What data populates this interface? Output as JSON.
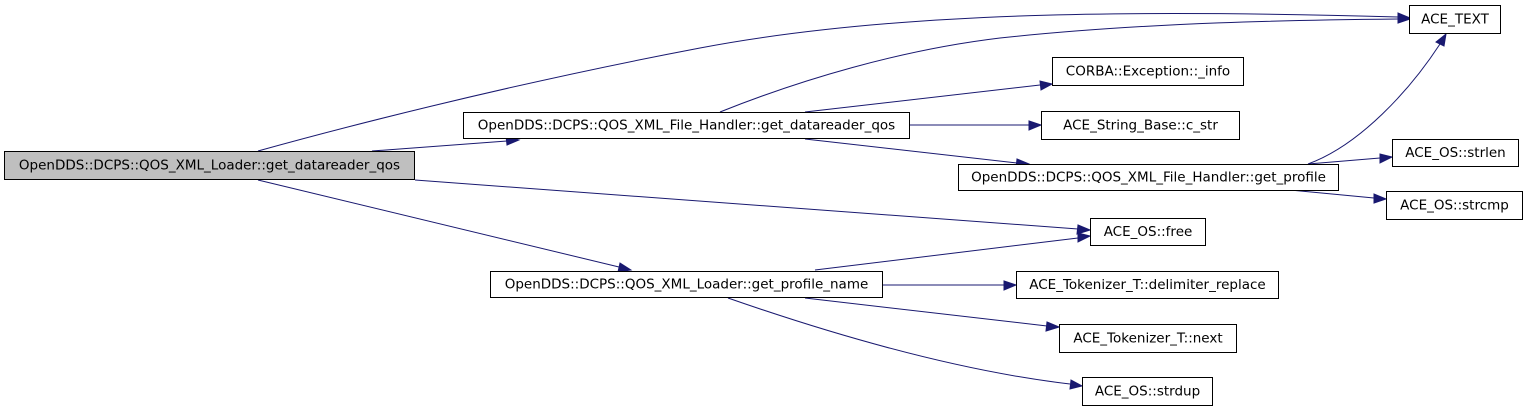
{
  "graph": {
    "nodes": [
      {
        "id": "root",
        "label": "OpenDDS::DCPS::QOS_XML_Loader::get_datareader_qos",
        "root": true
      },
      {
        "id": "fh_get_datareader_qos",
        "label": "OpenDDS::DCPS::QOS_XML_File_Handler::get_datareader_qos"
      },
      {
        "id": "loader_get_profile_name",
        "label": "OpenDDS::DCPS::QOS_XML_Loader::get_profile_name"
      },
      {
        "id": "fh_get_profile",
        "label": "OpenDDS::DCPS::QOS_XML_File_Handler::get_profile"
      },
      {
        "id": "ace_text",
        "label": "ACE_TEXT"
      },
      {
        "id": "corba_info",
        "label": "CORBA::Exception::_info"
      },
      {
        "id": "c_str",
        "label": "ACE_String_Base::c_str"
      },
      {
        "id": "strlen",
        "label": "ACE_OS::strlen"
      },
      {
        "id": "strcmp",
        "label": "ACE_OS::strcmp"
      },
      {
        "id": "free",
        "label": "ACE_OS::free"
      },
      {
        "id": "delimiter_replace",
        "label": "ACE_Tokenizer_T::delimiter_replace"
      },
      {
        "id": "next",
        "label": "ACE_Tokenizer_T::next"
      },
      {
        "id": "strdup",
        "label": "ACE_OS::strdup"
      }
    ],
    "edges": [
      {
        "from": "root",
        "to": "ace_text"
      },
      {
        "from": "root",
        "to": "fh_get_datareader_qos"
      },
      {
        "from": "root",
        "to": "free"
      },
      {
        "from": "root",
        "to": "loader_get_profile_name"
      },
      {
        "from": "fh_get_datareader_qos",
        "to": "ace_text"
      },
      {
        "from": "fh_get_datareader_qos",
        "to": "corba_info"
      },
      {
        "from": "fh_get_datareader_qos",
        "to": "c_str"
      },
      {
        "from": "fh_get_datareader_qos",
        "to": "fh_get_profile"
      },
      {
        "from": "fh_get_profile",
        "to": "ace_text"
      },
      {
        "from": "fh_get_profile",
        "to": "strlen"
      },
      {
        "from": "fh_get_profile",
        "to": "strcmp"
      },
      {
        "from": "loader_get_profile_name",
        "to": "free"
      },
      {
        "from": "loader_get_profile_name",
        "to": "delimiter_replace"
      },
      {
        "from": "loader_get_profile_name",
        "to": "next"
      },
      {
        "from": "loader_get_profile_name",
        "to": "strdup"
      }
    ]
  }
}
